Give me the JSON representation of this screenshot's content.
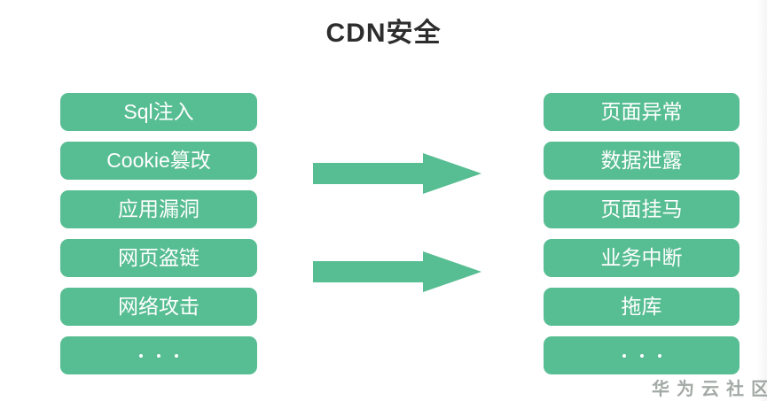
{
  "title": "CDN安全",
  "columns": {
    "left": {
      "items": [
        "Sql注入",
        "Cookie篡改",
        "应用漏洞",
        "网页盗链",
        "网络攻击"
      ],
      "ellipsis": "。。。"
    },
    "right": {
      "items": [
        "页面异常",
        "数据泄露",
        "页面挂马",
        "业务中断",
        "拖库"
      ],
      "ellipsis": "。。。"
    }
  },
  "arrows": {
    "count": 2,
    "direction": "right"
  },
  "watermark": "华为云社区",
  "colors": {
    "green": "#57bd92",
    "box_text": "#ffffff",
    "title_text": "#2d2d2d",
    "watermark_gray": "#a3aaa5",
    "background": "#ffffff"
  }
}
